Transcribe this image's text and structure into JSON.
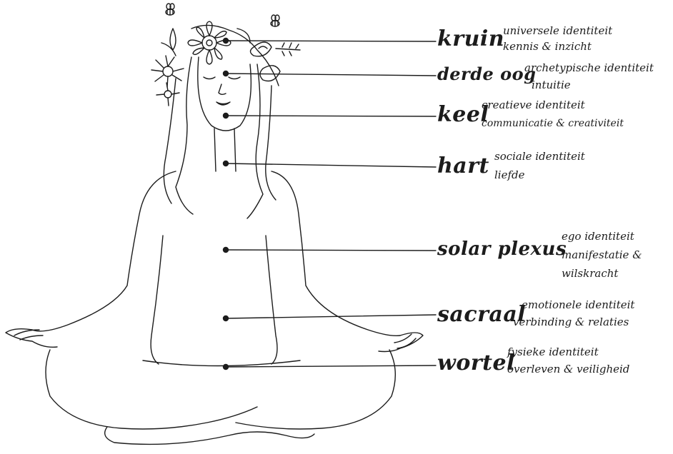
{
  "chakras": [
    {
      "name": "kruin",
      "lines": [
        "universele identiteit",
        "kennis & inzicht"
      ]
    },
    {
      "name": "derde oog",
      "lines": [
        "archetypische identiteit",
        "intuitie"
      ]
    },
    {
      "name": "keel",
      "lines": [
        "creatieve identiteit",
        "communicatie & creativiteit"
      ]
    },
    {
      "name": "hart",
      "lines": [
        "sociale identiteit",
        "liefde"
      ]
    },
    {
      "name": "solar plexus",
      "lines": [
        "ego identiteit",
        "manifestatie &",
        "wilskracht"
      ]
    },
    {
      "name": "sacraal",
      "lines": [
        "emotionele identiteit",
        "verbinding & relaties"
      ]
    },
    {
      "name": "wortel",
      "lines": [
        "fysieke identiteit",
        "overleven & veiligheid"
      ]
    }
  ],
  "colors": {
    "ink": "#1c1c1c",
    "background": "#ffffff"
  }
}
